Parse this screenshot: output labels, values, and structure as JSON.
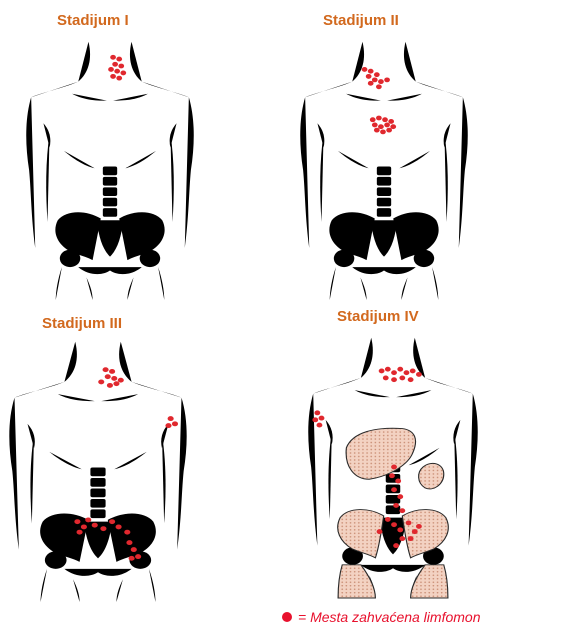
{
  "stages": [
    {
      "title": "Stadijum I"
    },
    {
      "title": "Stadijum II"
    },
    {
      "title": "Stadijum III"
    },
    {
      "title": "Stadijum IV"
    }
  ],
  "legend": {
    "text": "= Mesta zahvaćena limfomon"
  },
  "colors": {
    "title": "#d2691e",
    "lymph_dot": "#e0282e",
    "legend_dot": "#e8112d",
    "legend_text": "#e8112d",
    "organ_fill": "#f2ccb8",
    "outline": "#2a2a2a"
  }
}
